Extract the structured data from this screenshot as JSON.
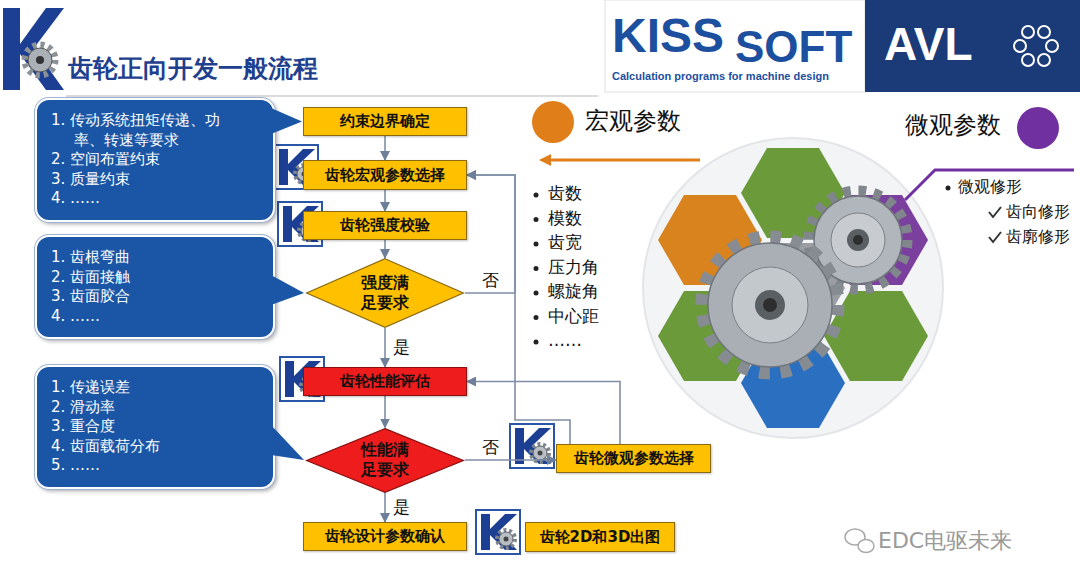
{
  "diagram": {
    "title": "齿轮正向开发一般流程",
    "nodes": [
      {
        "text": [
          "1. 传动系统扭矩传递、功率、转速等要求",
          "2. 空间布置约束",
          "3. 质量约束",
          "4. ……"
        ]
      },
      {
        "text": [
          "约束边界确定"
        ]
      },
      {
        "text": [
          "齿轮宏观参数选择"
        ]
      },
      {
        "text": [
          "齿轮强度校验"
        ]
      },
      {
        "text": [
          "1. 齿根弯曲",
          "2. 齿面接触",
          "3. 齿面胶合",
          "4. ……"
        ]
      },
      {
        "text": [
          "强度满足要求"
        ]
      },
      {
        "text": [
          "齿轮性能评估"
        ]
      },
      {
        "text": [
          "1. 传递误差",
          "2. 滑动率",
          "3. 重合度",
          "4. 齿面载荷分布",
          "5. ……"
        ]
      },
      {
        "text": [
          "性能满足要求"
        ]
      },
      {
        "text": [
          "齿轮微观参数选择"
        ]
      },
      {
        "text": [
          "齿轮设计参数确认"
        ]
      },
      {
        "text": [
          "齿轮2D和3D出图"
        ]
      }
    ],
    "edges": [
      {
        "from": 1,
        "to": 2,
        "arrow": "to"
      },
      {
        "from": 2,
        "to": 3,
        "arrow": "to"
      },
      {
        "from": 3,
        "to": 5,
        "arrow": "to"
      },
      {
        "from": 5,
        "to": 6,
        "label": "是",
        "arrow": "to"
      },
      {
        "from": 6,
        "to": 8,
        "arrow": "to"
      },
      {
        "from": 8,
        "to": 10,
        "label": "是",
        "arrow": "to"
      },
      {
        "from": 5,
        "to": 2,
        "label": "否",
        "arrow": "to"
      },
      {
        "from": 8,
        "to": 9,
        "label": "否",
        "arrow": "to"
      },
      {
        "from": 9,
        "to": 6,
        "arrow": "to"
      },
      {
        "from": 9,
        "to": 2,
        "arrow": "to"
      }
    ],
    "labels": [
      "KISS",
      "SOFT",
      "Calculation programs for machine design",
      "AVL",
      "宏观参数",
      "微观参数",
      "齿数",
      "模数",
      "齿宽",
      "压力角",
      "螺旋角",
      "中心距",
      "……",
      "微观修形",
      "齿向修形",
      "齿廓修形",
      "EDC电驱未来"
    ]
  }
}
